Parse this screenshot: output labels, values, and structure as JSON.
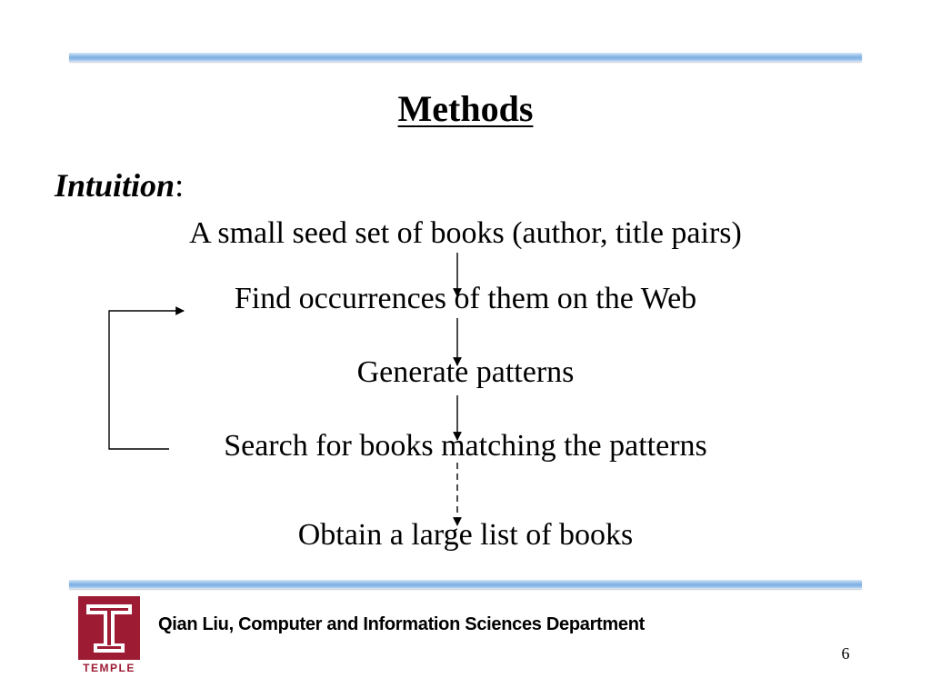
{
  "slide": {
    "title": "Methods",
    "intuition_label": "Intuition",
    "intuition_suffix": ":",
    "steps": [
      "A small seed set of books (author, title pairs)",
      "Find occurrences of them on the Web",
      "Generate patterns",
      "Search for books matching the patterns",
      "Obtain a large list of books"
    ],
    "accent_color": "#7aaee2",
    "logo_color": "#9e1b34"
  },
  "footer": {
    "logo_text": "TEMPLE",
    "credit": "Qian Liu,  Computer and Information Sciences Department",
    "page_number": "6"
  }
}
